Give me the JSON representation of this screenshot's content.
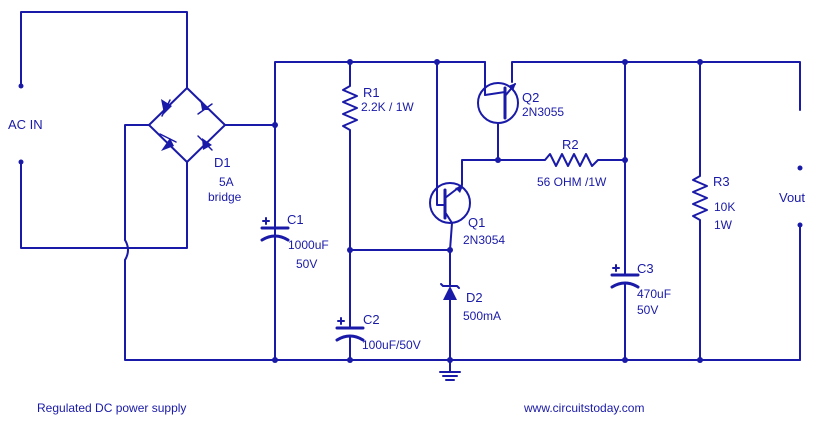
{
  "input_label": "AC IN",
  "output_label": "Vout",
  "caption": "Regulated DC power supply",
  "website": "www.circuitstoday.com",
  "colors": {
    "ink": "#1a1aa8",
    "background": "#ffffff"
  },
  "components": {
    "d1": {
      "ref": "D1",
      "value": "5A",
      "desc": "bridge"
    },
    "c1": {
      "ref": "C1",
      "value": "1000uF",
      "voltage": "50V"
    },
    "r1": {
      "ref": "R1",
      "value": "2.2K / 1W"
    },
    "c2": {
      "ref": "C2",
      "value": "100uF/50V"
    },
    "q1": {
      "ref": "Q1",
      "part": "2N3054"
    },
    "q2": {
      "ref": "Q2",
      "part": "2N3055"
    },
    "d2": {
      "ref": "D2",
      "value": "500mA"
    },
    "r2": {
      "ref": "R2",
      "value": "56 OHM /1W"
    },
    "c3": {
      "ref": "C3",
      "value": "470uF",
      "voltage": "50V"
    },
    "r3": {
      "ref": "R3",
      "value": "10K",
      "power": "1W"
    }
  }
}
